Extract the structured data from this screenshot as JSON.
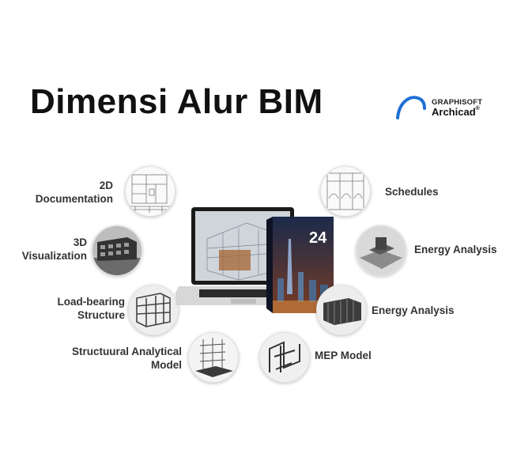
{
  "header": {
    "title": "Dimensi Alur BIM",
    "logo_brand": "GRAPHISOFT",
    "logo_product": "Archicad",
    "logo_mark": "®",
    "accent_color": "#1f6fd6"
  },
  "product": {
    "box_number": "24"
  },
  "items": {
    "doc_2d": {
      "line1": "2D",
      "line2": "Documentation",
      "icon": "floor-plan-drawing"
    },
    "viz_3d": {
      "line1": "3D",
      "line2": "Visualization",
      "icon": "rendered-building"
    },
    "load_bearing": {
      "line1": "Load-bearing",
      "line2": "Structure",
      "icon": "structural-frame"
    },
    "structural_analytical": {
      "line1": "Structuural Analytical",
      "line2": "Model",
      "icon": "analytical-model"
    },
    "schedules": {
      "line1": "Schedules",
      "icon": "schedule-drawing"
    },
    "energy_analysis_1": {
      "line1": "Energy Analysis",
      "icon": "building-site-model"
    },
    "energy_analysis_2": {
      "line1": "Energy Analysis",
      "icon": "energy-building-model"
    },
    "mep_model": {
      "line1": "MEP Model",
      "icon": "mep-network"
    }
  }
}
